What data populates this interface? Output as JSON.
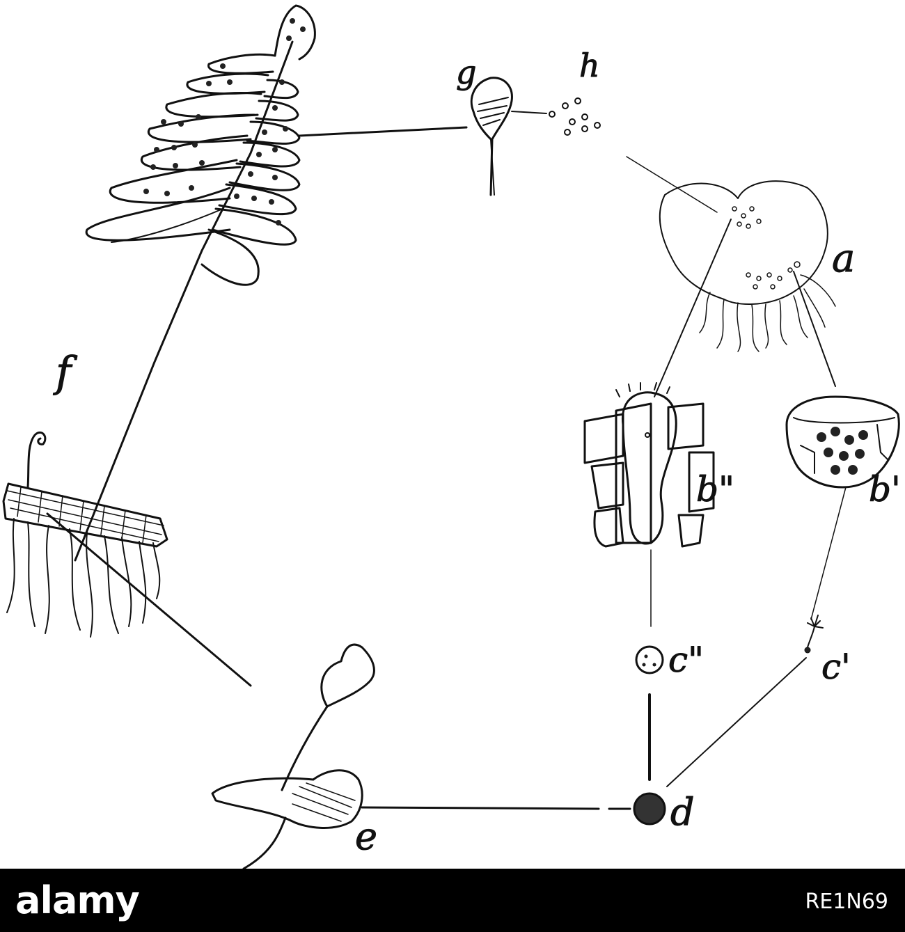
{
  "figure": {
    "labels": {
      "a": "a",
      "b_single": "b'",
      "b_double": "b\"",
      "c_single": "c'",
      "c_double": "c\"",
      "d": "d",
      "e": "e",
      "f": "f",
      "g": "g",
      "h": "h"
    }
  },
  "footer": {
    "brand": "alamy",
    "image_id": "RE1N69"
  },
  "colors": {
    "ink": "#111111",
    "footer_bg": "#000000",
    "footer_text": "#ffffff"
  }
}
